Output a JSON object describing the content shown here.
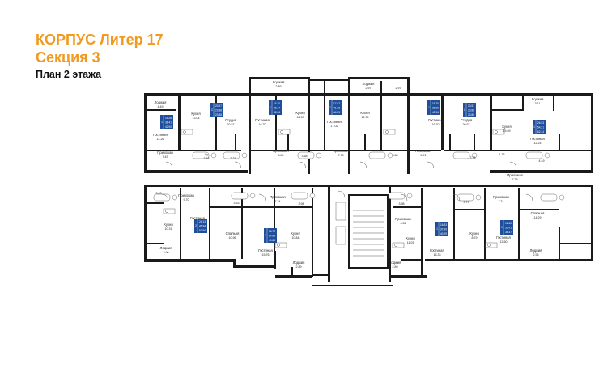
{
  "header": {
    "title_line1": "КОРПУС Литер 17",
    "title_line2": "Секция 3",
    "subtitle": "План 2 этажа"
  },
  "colors": {
    "accent": "#f29a1f",
    "badge": "#1f4e9a",
    "wall": "#1a1a1a"
  },
  "room_labels": [
    "Лоджия",
    "4.49",
    "Гостиная",
    "14.26",
    "Прихожая",
    "7.43",
    "Кухня",
    "13.04",
    "Студия",
    "20.57",
    "Су",
    "3.68",
    "3.21",
    "Гостиная",
    "16.70",
    "Лоджия",
    "2.89",
    "Кухня",
    "12.90",
    "Прихожая",
    "5.89",
    "3.68",
    "Лоджия",
    "2.97",
    "Гостиная",
    "17.02",
    "Прихожая",
    "7.78",
    "Кухня",
    "12.90",
    "2.97",
    "Прихожая",
    "5.71",
    "3.68",
    "Гостиная",
    "16.70",
    "Студия",
    "20.57",
    "3.35",
    "Лоджия",
    "3.11",
    "Кухня",
    "15.69",
    "Гостиная",
    "12.24",
    "4.49",
    "Прихожая",
    "7.79",
    "1.73",
    "Прихожая",
    "9.70",
    "Кухня",
    "10.31",
    "Лоджия",
    "2.96",
    "Спальня",
    "10.96",
    "Гостиная",
    "13.17",
    "3.03",
    "3.33",
    "Прихожая",
    "7.34",
    "Кухня",
    "10.84",
    "Гостиная",
    "15.76",
    "3.98",
    "Лоджия",
    "2.89",
    "3.98",
    "Прихожая",
    "6.56",
    "Кухня",
    "11.03",
    "Лоджия",
    "2.89",
    "Гостиная",
    "16.33",
    "3.77",
    "Кухня",
    "8.79",
    "Прихожая",
    "7.31",
    "Гостиная",
    "12.60",
    "Спальня",
    "14.29",
    "Лоджия",
    "2.96"
  ],
  "badges": [
    {
      "r": "1",
      "a": "14.26",
      "b": "38.41",
      "c": "42.90"
    },
    {
      "r": "С",
      "a": "20.57",
      "b": "23.88",
      "c": "23.88"
    },
    {
      "r": "1",
      "a": "16.70",
      "b": "39.17",
      "c": "42.06"
    },
    {
      "r": "1",
      "a": "17.02",
      "b": "41.38",
      "c": "44.35"
    },
    {
      "r": "1",
      "a": "16.70",
      "b": "38.99",
      "c": "40.96"
    },
    {
      "r": "С",
      "a": "20.57",
      "b": "23.88",
      "c": "23.88"
    },
    {
      "r": "1",
      "a": "26.53",
      "b": "54.21",
      "c": "62.34"
    },
    {
      "r": "2",
      "a": "24.13",
      "b": "49.94",
      "c": "52.90"
    },
    {
      "r": "1",
      "a": "15.76",
      "b": "37.92",
      "c": "40.81"
    },
    {
      "r": "1",
      "a": "16.33",
      "b": "37.90",
      "c": "40.79"
    },
    {
      "r": "1",
      "a": "12.60",
      "b": "35.41",
      "c": "38.37"
    }
  ]
}
